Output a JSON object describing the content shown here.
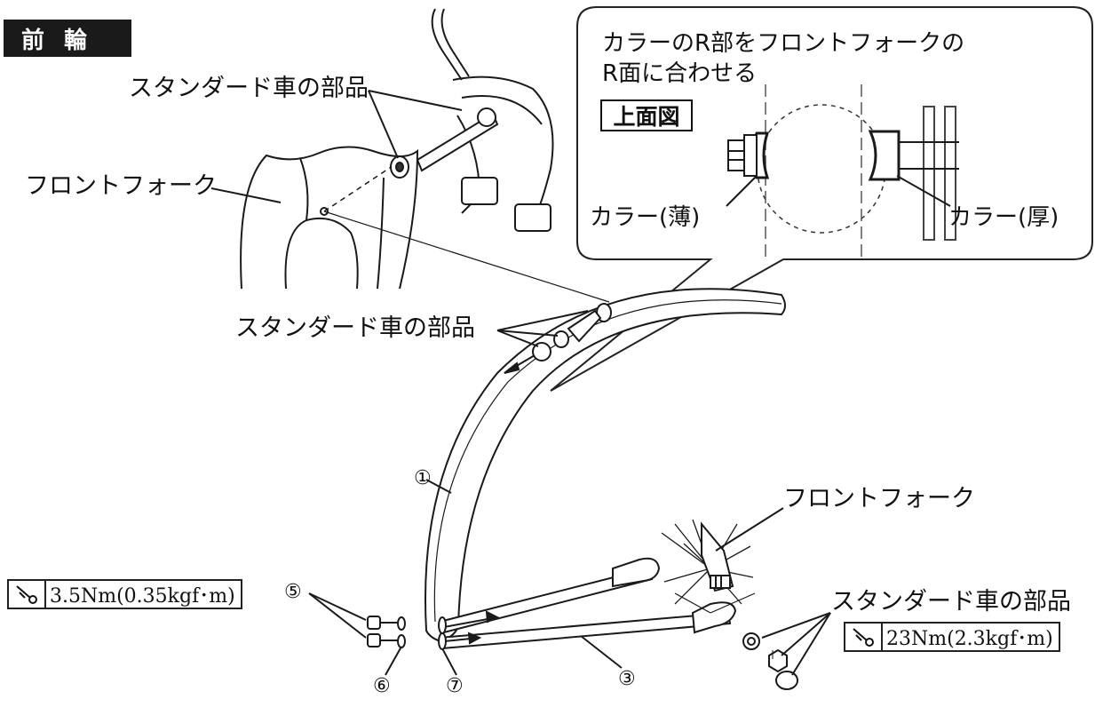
{
  "header": {
    "title": "前輪"
  },
  "callout": {
    "instruction_line1": "カラーのR部をフロントフォークの",
    "instruction_line2": "R面に合わせる",
    "top_view_label": "上面図",
    "collar_thin": "カラー(薄)",
    "collar_thick": "カラー(厚)"
  },
  "labels": {
    "standard_parts_top": "スタンダード車の部品",
    "front_fork_left": "フロントフォーク",
    "standard_parts_mid": "スタンダード車の部品",
    "front_fork_right": "フロントフォーク",
    "standard_parts_bottom": "スタンダード車の部品"
  },
  "parts": {
    "p1": "①",
    "p3": "③",
    "p5": "⑤",
    "p6": "⑥",
    "p7": "⑦"
  },
  "torque": {
    "left": "3.5Nm(0.35kgf･m)",
    "right": "23Nm(2.3kgf･m)",
    "icon": "torque-wrench-icon"
  }
}
